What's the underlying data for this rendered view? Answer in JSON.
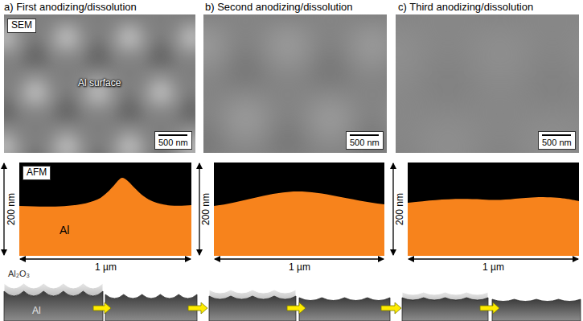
{
  "diagram": {
    "labels": [
      "a) First anodizing/dissolution",
      "b) Second anodizing/dissolution",
      "c) Third anodizing/dissolution",
      "SEM",
      "Al surface",
      "500 nm",
      "500 nm",
      "500 nm",
      "AFM",
      "200 nm",
      "Al",
      "200 nm",
      "200 nm",
      "1 µm",
      "1 µm",
      "1 µm",
      "Al₂O₃",
      "Al"
    ]
  }
}
